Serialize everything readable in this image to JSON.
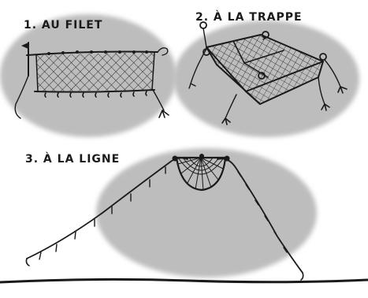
{
  "panels": [
    {
      "id": "net",
      "caption": "1. AU FILET"
    },
    {
      "id": "trap",
      "caption": "2. À LA TRAPPE"
    },
    {
      "id": "line",
      "caption": "3. À LA LIGNE"
    }
  ],
  "colors": {
    "ink": "#1a1a1a",
    "shadow": "#bdbdbd",
    "background": "#ffffff"
  }
}
